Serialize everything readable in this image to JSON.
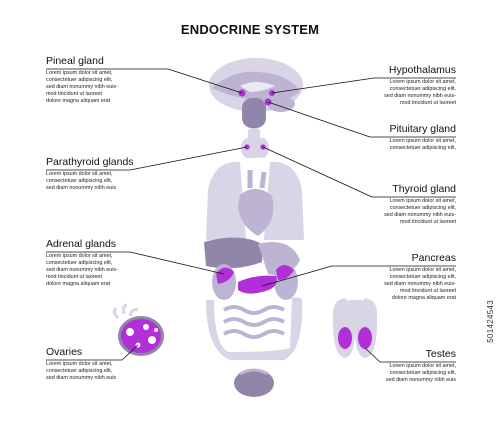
{
  "title": "ENDOCRINE SYSTEM",
  "labels": {
    "pineal": {
      "name": "Pineal gland",
      "desc": [
        "Lorem ipsum dolor sit amet,",
        "consectetuer adipiscing elit,",
        "sed diam nonummy nibh euis-",
        "mod tincidunt ut laoreet",
        "dolore magna aliquam erat"
      ]
    },
    "hypothalamus": {
      "name": "Hypothalamus",
      "desc": [
        "Lorem ipsum dolor sit amet,",
        "consectetuer adipiscing elit,",
        "sed diam nonummy nibh euis-",
        "mod tincidunt ut laoreet"
      ]
    },
    "pituitary": {
      "name": "Pituitary gland",
      "desc": [
        "Lorem ipsum dolor sit amet,",
        "consectetuer adipiscing elit,"
      ]
    },
    "parathyroid": {
      "name": "Parathyroid glands",
      "desc": [
        "Lorem ipsum dolor sit amet,",
        "consectetuer adipiscing elit,",
        "sed diam nonummy nibh euis"
      ]
    },
    "thyroid": {
      "name": "Thyroid gland",
      "desc": [
        "Lorem ipsum dolor sit amet,",
        "consectetuer adipiscing elit,",
        "sed diam nonummy nibh euis-",
        "mod tincidunt ut laoreet"
      ]
    },
    "adrenal": {
      "name": "Adrenal glands",
      "desc": [
        "Lorem ipsum dolor sit amet,",
        "consectetuer adipiscing elit,",
        "sed diam nonummy nibh euis-",
        "mod tincidunt ut laoreet",
        "dolore magna aliquam erat"
      ]
    },
    "pancreas": {
      "name": "Pancreas",
      "desc": [
        "Lorem ipsum dolor sit amet,",
        "consectetuer adipiscing elit,",
        "sed diam nonummy nibh euis-",
        "mod tincidunt ut laoreet",
        "dolore magna aliquam erat"
      ]
    },
    "ovaries": {
      "name": "Ovaries",
      "desc": [
        "Lorem ipsum dolor sit amet,",
        "consectetuer adipiscing elit,",
        "sed diam nonummy nibh euis"
      ]
    },
    "testes": {
      "name": "Testes",
      "desc": [
        "Lorem ipsum dolor sit amet,",
        "consectetuer adipiscing elit,",
        "sed diam nonummy nibh euis"
      ]
    }
  },
  "watermark": "501424543",
  "colors": {
    "organ_light": "#d9d4e6",
    "organ_mid": "#bdb4d4",
    "organ_dark": "#8f86aa",
    "gland": "#b02fd6",
    "line": "#111111"
  }
}
